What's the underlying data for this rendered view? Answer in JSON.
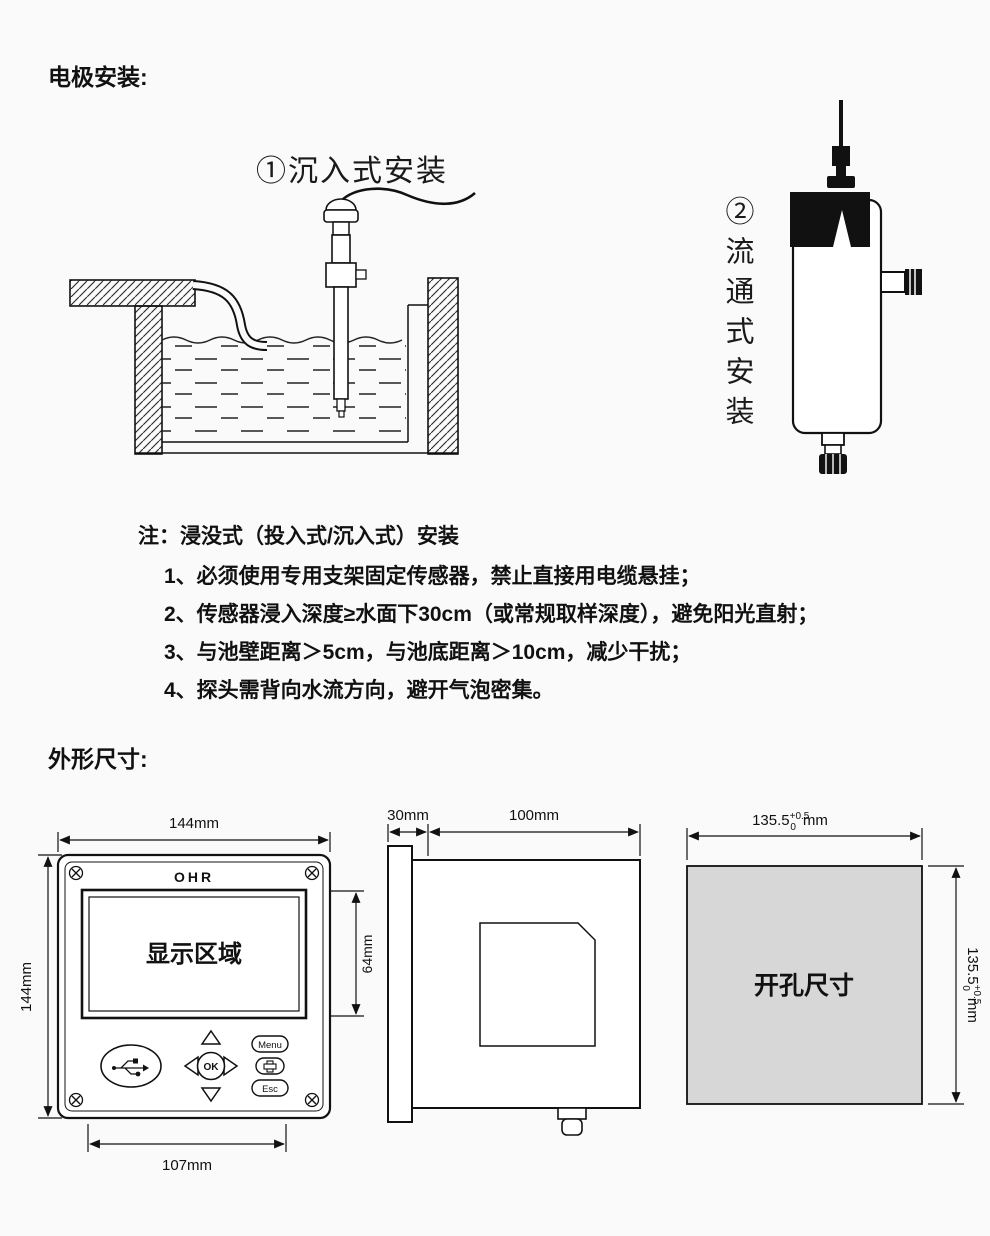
{
  "page": {
    "electrode_title": "电极安装:",
    "dimensions_title": "外形尺寸:"
  },
  "immersion": {
    "title": "①沉入式安装"
  },
  "flow": {
    "title": "②流通式安装"
  },
  "notes": {
    "heading": "注：浸没式（投入式/沉入式）安装",
    "items": [
      "1、必须使用专用支架固定传感器，禁止直接用电缆悬挂；",
      "2、传感器浸入深度≥水面下30cm（或常规取样深度），避免阳光直射；",
      "3、与池壁距离＞5cm，与池底距离＞10cm，减少干扰；",
      "4、探头需背向水流方向，避开气泡密集。"
    ]
  },
  "front_view": {
    "brand": "OHR",
    "display_label": "显示区域",
    "width_dim": "144mm",
    "height_dim": "144mm",
    "bottom_width_dim": "107mm",
    "display_height_dim": "64mm",
    "buttons": {
      "menu": "Menu",
      "ok": "OK",
      "esc": "Esc"
    }
  },
  "side_view": {
    "bezel_depth_dim": "30mm",
    "body_depth_dim": "100mm"
  },
  "cutout": {
    "label": "开孔尺寸",
    "dim_value": "135.5",
    "tol_plus": "+0.5",
    "tol_zero": "0",
    "dim_unit": "mm"
  },
  "colors": {
    "ink": "#111111",
    "cutout_fill": "#d7d7d7"
  }
}
